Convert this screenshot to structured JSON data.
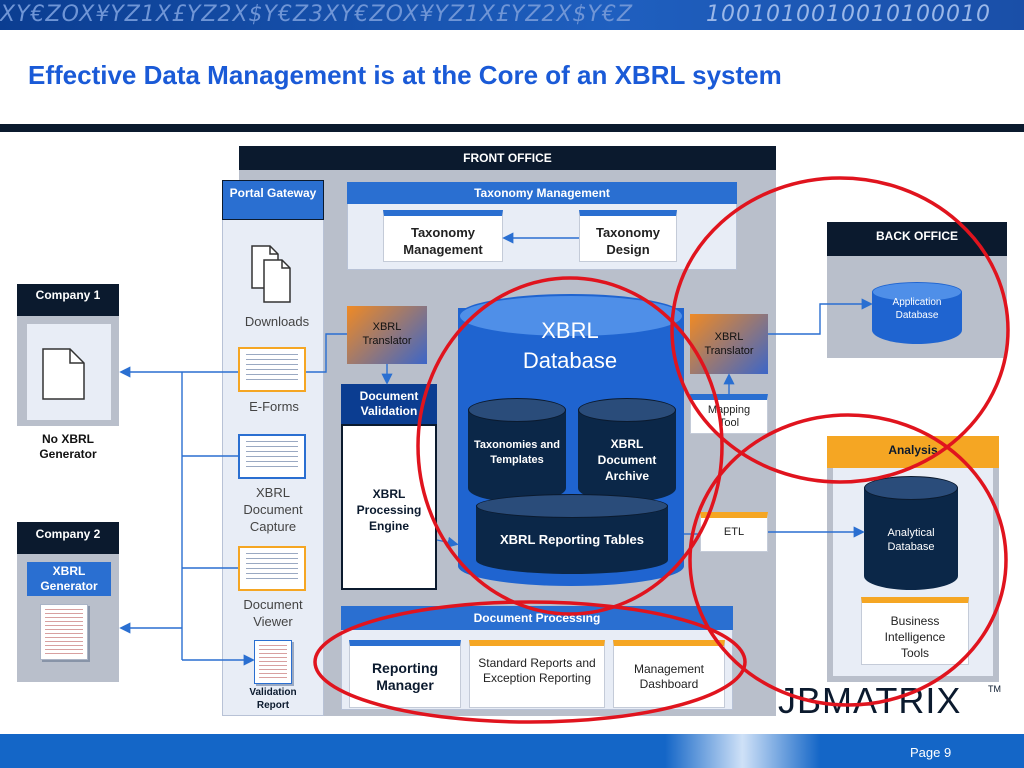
{
  "banner": {
    "text": "XY€ZOX¥YZ1X£YZ2X$Y€Z3XY€ZOX¥YZ1X£YZ2X$Y€Z",
    "binary": "1001010010010100010"
  },
  "title": "Effective Data Management is at the Core of an XBRL system",
  "front_office": {
    "header": "FRONT OFFICE",
    "portal_gateway": "Portal Gateway",
    "portal_items": [
      "Downloads",
      "E-Forms",
      "XBRL Document Capture",
      "Document Viewer",
      "Validation Report"
    ]
  },
  "taxonomy_management": {
    "header": "Taxonomy Management",
    "left_box": "Taxonomy Management",
    "right_box": "Taxonomy Design"
  },
  "xbrl_translator_left": "XBRL Translator",
  "document_validation": {
    "header": "Document Validation",
    "engine": "XBRL Processing Engine"
  },
  "xbrl_database": {
    "title": "XBRL Database",
    "taxonomies": "Taxonomies and Templates",
    "archive": "XBRL Document Archive",
    "reporting_tables": "XBRL Reporting Tables"
  },
  "xbrl_translator_right": "XBRL Translator",
  "mapping_tool": "Mapping Tool",
  "etl": "ETL",
  "document_processing": {
    "header": "Document Processing",
    "reporting_manager": "Reporting Manager",
    "standard_reports": "Standard Reports and Exception Reporting",
    "management_dashboard": "Management Dashboard"
  },
  "back_office": {
    "header": "BACK OFFICE",
    "app_db": "Application Database"
  },
  "analysis": {
    "header": "Analysis",
    "analytical_db": "Analytical Database",
    "bi_tools": "Business Intelligence Tools"
  },
  "company1": {
    "header": "Company 1",
    "caption": "No XBRL Generator"
  },
  "company2": {
    "header": "Company 2",
    "generator": "XBRL Generator"
  },
  "logo": "JBMATRIX",
  "trademark": "TM",
  "page_label": "Page 9",
  "colors": {
    "accent_blue": "#1a5ad7",
    "dark_navy": "#0b1a2e",
    "orange": "#f5a623",
    "highlight_red": "#e0141e"
  }
}
